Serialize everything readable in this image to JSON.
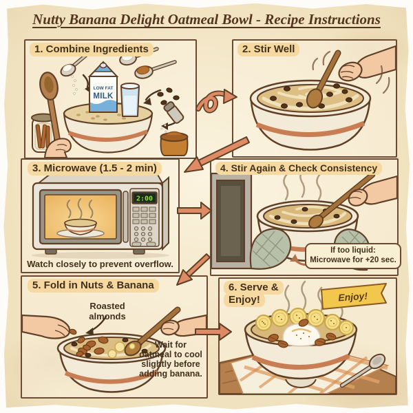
{
  "title": "Nutty Banana Delight Oatmeal Bowl - Recipe Instructions",
  "steps": {
    "s1": {
      "header": "1. Combine Ingredients",
      "milk_label_top": "LOW FAT",
      "milk_label_bottom": "MILK"
    },
    "s2": {
      "header": "2. Stir Well"
    },
    "s3": {
      "header": "3. Microwave (1.5 - 2 min)",
      "timer_display": "2:00",
      "caption": "Watch closely to prevent overflow."
    },
    "s4": {
      "header": "4. Stir Again & Check Consistency",
      "callout_line1": "If too liquid:",
      "callout_line2": "Microwave for +20 sec."
    },
    "s5": {
      "header": "5. Fold in Nuts & Banana",
      "almond_label": "Roasted almonds",
      "note": "Wait for oatmeal to cool slightly before adding banana."
    },
    "s6": {
      "header": "6. Serve & Enjoy!",
      "banner": "Enjoy!"
    }
  },
  "colors": {
    "paper": "#f1e2bf",
    "ink": "#5a3f2b",
    "panel_border": "#6b4a33",
    "header_highlight": "#f6d9a0",
    "arrow": "#de8a65",
    "terracotta": "#c87d52",
    "banner_yellow": "#f2c74e",
    "timer_green": "#8ae03c",
    "milk_blue": "#78b0dc"
  }
}
